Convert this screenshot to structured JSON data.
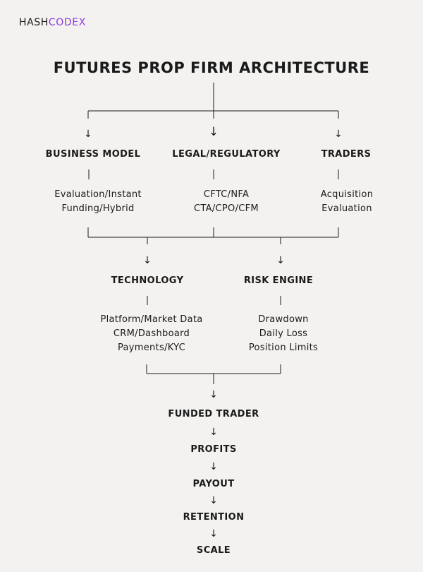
{
  "brand": {
    "part1": "HASH",
    "part2": "CODEX",
    "accent_color": "#8c3ce0"
  },
  "title": "FUTURES PROP FIRM ARCHITECTURE",
  "arrow_glyph": "↓",
  "level1": [
    {
      "id": "business",
      "heading": "BUSINESS MODEL",
      "items": [
        "Evaluation/Instant",
        "Funding/Hybrid"
      ]
    },
    {
      "id": "legal",
      "heading": "LEGAL/REGULATORY",
      "items": [
        "CFTC/NFA",
        "CTA/CPO/CFM"
      ]
    },
    {
      "id": "traders",
      "heading": "TRADERS",
      "items": [
        "Acquisition",
        "Evaluation"
      ]
    }
  ],
  "level2": [
    {
      "id": "technology",
      "heading": "TECHNOLOGY",
      "items": [
        "Platform/Market Data",
        "CRM/Dashboard",
        "Payments/KYC"
      ]
    },
    {
      "id": "risk",
      "heading": "RISK ENGINE",
      "items": [
        "Drawdown",
        "Daily Loss",
        "Position Limits"
      ]
    }
  ],
  "pipeline": [
    "FUNDED TRADER",
    "PROFITS",
    "PAYOUT",
    "RETENTION",
    "SCALE"
  ]
}
